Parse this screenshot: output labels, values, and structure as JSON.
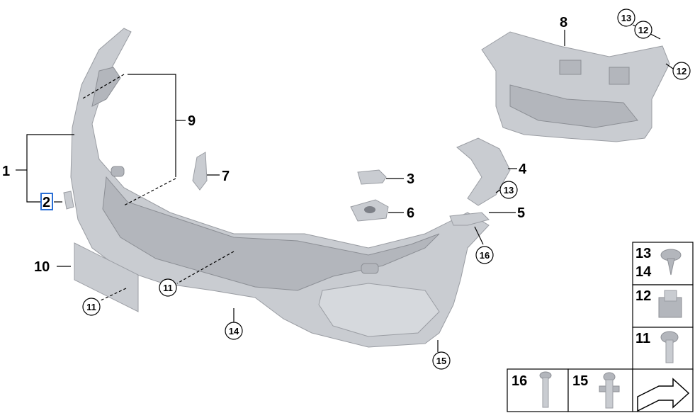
{
  "labels": {
    "l1": "1",
    "l2": "2",
    "l3": "3",
    "l4": "4",
    "l5": "5",
    "l6": "6",
    "l7": "7",
    "l8": "8",
    "l9": "9",
    "l10": "10"
  },
  "callouts": {
    "c11a": "11",
    "c11b": "11",
    "c12a": "12",
    "c12b": "12",
    "c13a": "13",
    "c13b": "13",
    "c14": "14",
    "c15": "15",
    "c16": "16"
  },
  "legend": {
    "l13": "13",
    "l14": "14",
    "l12": "12",
    "l11": "11",
    "l16": "16",
    "l15": "15"
  },
  "colors": {
    "part_fill": "#c9ccd1",
    "selection": "#2a6fd6"
  },
  "icons": {
    "arrow": "direction-arrow-icon"
  }
}
